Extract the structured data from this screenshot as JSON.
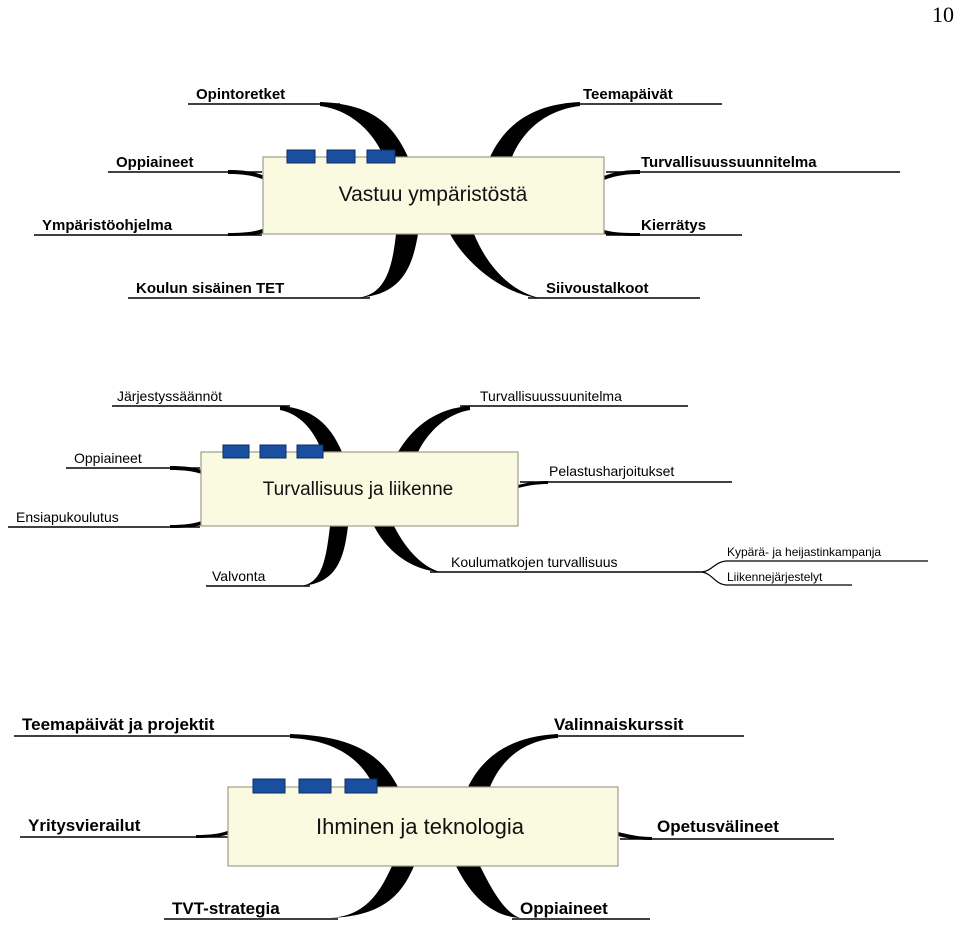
{
  "page_number": "10",
  "maps": [
    {
      "central": "Vastuu ympäristöstä",
      "branches": {
        "left": [
          "Opintoretket",
          "Oppiaineet",
          "Ympäristöohjelma",
          "Koulun sisäinen TET"
        ],
        "right": [
          "Teemapäivät",
          "Turvallisuussuunnitelma",
          "Kierrätys",
          "Siivoustalkoot"
        ]
      }
    },
    {
      "central": "Turvallisuus ja liikenne",
      "branches": {
        "left": [
          "Järjestyssäännöt",
          "Oppiaineet",
          "Ensiapukoulutus",
          "Valvonta"
        ],
        "right": [
          "Turvallisuussuunitelma",
          "Pelastusharjoitukset",
          "Koulumatkojen turvallisuus"
        ]
      },
      "sub_branches": [
        "Kypärä- ja heijastinkampanja",
        "Liikennejärjestelyt"
      ]
    },
    {
      "central": "Ihminen ja teknologia",
      "branches": {
        "left": [
          "Teemapäivät ja projektit",
          "Yritysvierailut",
          "TVT-strategia"
        ],
        "right": [
          "Valinnaiskurssit",
          "Opetusvälineet",
          "Oppiaineet"
        ]
      }
    }
  ]
}
